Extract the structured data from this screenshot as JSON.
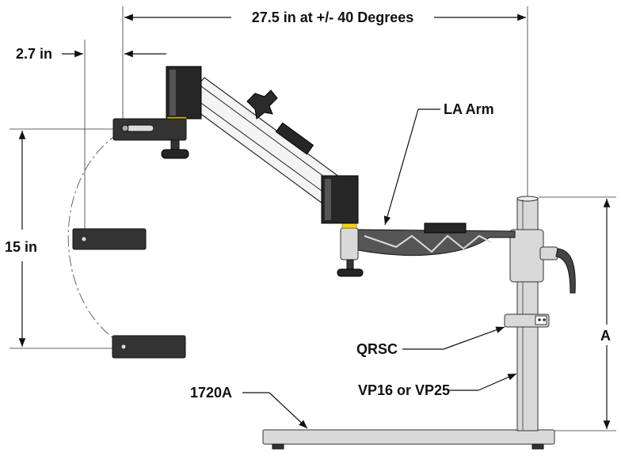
{
  "labels": {
    "width_dim": "27.5 in at +/- 40 Degrees",
    "offset_dim": "2.7 in",
    "height_dim": "15 in",
    "arm_name": "LA Arm",
    "clamp_name": "QRSC",
    "post_name": "VP16 or VP25",
    "base_name": "1720A",
    "height_var": "A"
  },
  "colors": {
    "housing": "#333333",
    "metal": "#d9d9d9",
    "accent": "#f2d21a"
  }
}
